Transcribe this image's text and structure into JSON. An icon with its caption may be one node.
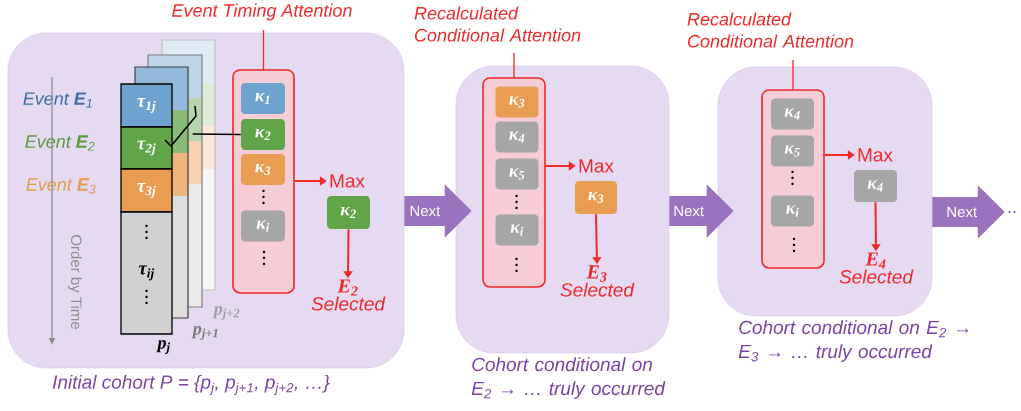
{
  "diagram": {
    "nodes": [
      {
        "text": [],
        "shape": "box",
        "beside": [
          "Initial cohort P = {p$_{j}$, p$_{j+1}$, p$_{j+2}$, …}"
        ]
      },
      {
        "text": [
          "τ$_{1j}$"
        ],
        "in": 0
      },
      {
        "text": [
          "τ$_{2j}$"
        ],
        "in": 0
      },
      {
        "text": [
          "τ$_{3j}$"
        ],
        "in": 0
      },
      {
        "text": [
          "τ$_{ij}$"
        ],
        "in": 0
      },
      {
        "text": [
          "Event Timing Attention"
        ],
        "in": 0
      },
      {
        "text": [
          "κ$_{1}$"
        ],
        "in": 5
      },
      {
        "text": [
          "κ$_{2}$"
        ],
        "in": 5
      },
      {
        "text": [
          "κ$_{3}$"
        ],
        "in": 5
      },
      {
        "text": [
          "κ$_{i}$"
        ],
        "in": 5
      },
      {
        "text": [
          "Max"
        ],
        "in": 0
      },
      {
        "text": [
          "κ$_{2}$"
        ],
        "in": 0
      },
      {
        "text": [
          "E$_{2}$",
          "Selected"
        ],
        "in": 0
      },
      {
        "text": [],
        "shape": "box",
        "beside": [
          "Cohort conditional on E$_{2}$ → … truly occurred"
        ]
      },
      {
        "text": [
          "Recalculated Conditional Attention"
        ],
        "in": 13
      },
      {
        "text": [
          "κ$_{3}$"
        ],
        "in": 14
      },
      {
        "text": [
          "κ$_{4}$"
        ],
        "in": 14
      },
      {
        "text": [
          "κ$_{5}$"
        ],
        "in": 14
      },
      {
        "text": [
          "κ$_{i}$"
        ],
        "in": 14
      },
      {
        "text": [
          "Max"
        ],
        "in": 13
      },
      {
        "text": [
          "κ$_{3}$"
        ],
        "in": 13
      },
      {
        "text": [
          "E$_{3}$",
          "Selected"
        ],
        "in": 13
      },
      {
        "text": [],
        "shape": "box",
        "beside": [
          "Cohort conditional on E$_{2}$ → E$_{3}$ → … truly occurred"
        ]
      },
      {
        "text": [
          "Recalculated Conditional Attention"
        ],
        "in": 22
      },
      {
        "text": [
          "κ$_{4}$"
        ],
        "in": 23
      },
      {
        "text": [
          "κ$_{5}$"
        ],
        "in": 23
      },
      {
        "text": [
          "κ$_{i}$"
        ],
        "in": 23
      },
      {
        "text": [
          "Max"
        ],
        "in": 22
      },
      {
        "text": [
          "κ$_{4}$"
        ],
        "in": 22
      },
      {
        "text": [
          "E$_{4}$",
          "Selected"
        ],
        "in": 22
      },
      {
        "text": [
          ".."
        ]
      }
    ],
    "edges": [
      {
        "from": 5,
        "to": 10,
        "arrow": "to"
      },
      {
        "from": 11,
        "to": 12,
        "arrow": "to"
      },
      {
        "from": 7,
        "to": 2,
        "arrow": "none",
        "color": "#000000"
      },
      {
        "from": 0,
        "to": 13,
        "arrow": "to",
        "label": "Next",
        "style": "thick",
        "color": "#9b72be"
      },
      {
        "from": 14,
        "to": 19,
        "arrow": "to"
      },
      {
        "from": 20,
        "to": 21,
        "arrow": "to"
      },
      {
        "from": 13,
        "to": 22,
        "arrow": "to",
        "label": "Next",
        "style": "thick",
        "color": "#9b72be"
      },
      {
        "from": 23,
        "to": 27,
        "arrow": "to"
      },
      {
        "from": 28,
        "to": 29,
        "arrow": "to"
      },
      {
        "from": 22,
        "to": 30,
        "arrow": "to",
        "label": "Next",
        "style": "thick",
        "color": "#9b72be"
      }
    ],
    "labels": [
      "Event **E**$_{1}$",
      "Event **E**$_{2}$",
      "Event **E**$_{3}$",
      "Order by Time",
      "p$_{j}$",
      "p$_{j+1}$",
      "p$_{j+2}$"
    ]
  }
}
